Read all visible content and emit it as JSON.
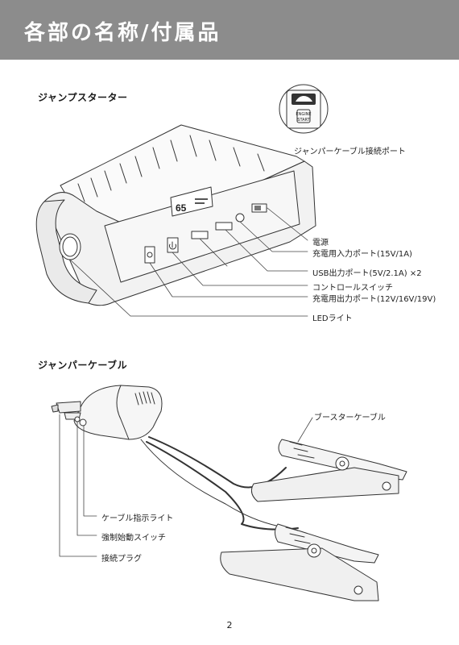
{
  "header": {
    "title": "各部の名称/付属品"
  },
  "starter": {
    "section_title": "ジャンプスターター",
    "display_value": "65",
    "engine_button_text": [
      "ENGINE",
      "START"
    ],
    "callouts": {
      "port": "ジャンパーケーブル接続ポート",
      "power": "電源",
      "charge_in": "充電用入力ポート(15V/1A)",
      "usb": "USB出力ポート(5V/2.1A) ×2",
      "control": "コントロールスイッチ",
      "charge_out": "充電用出力ポート(12V/16V/19V)",
      "led": "LEDライト"
    }
  },
  "cable": {
    "section_title": "ジャンパーケーブル",
    "callouts": {
      "booster": "ブースターケーブル",
      "indicator": "ケーブル指示ライト",
      "force": "強制始動スイッチ",
      "plug": "接続プラグ"
    }
  },
  "page_number": "2"
}
